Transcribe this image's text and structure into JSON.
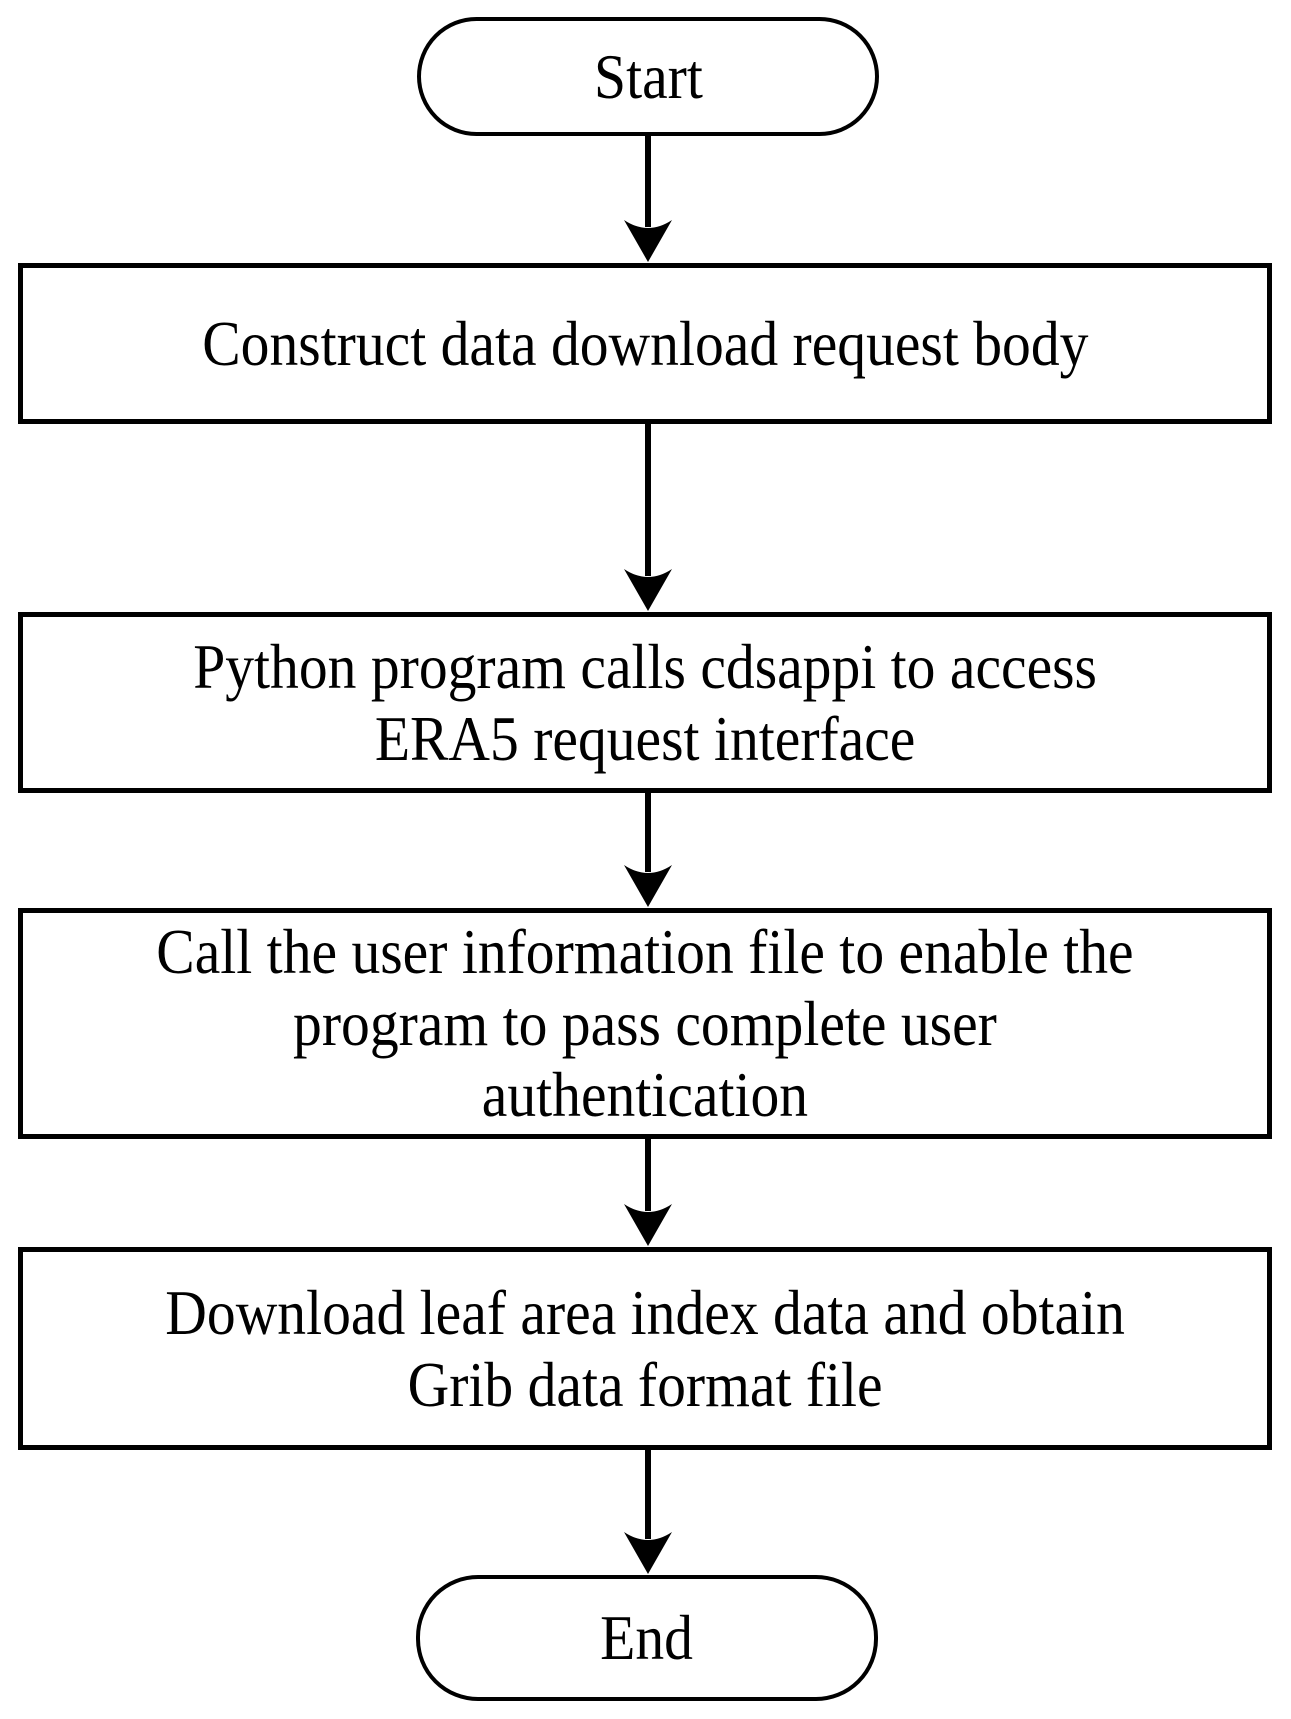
{
  "page": {
    "background_color": "#ffffff"
  },
  "flowchart": {
    "direction": "top-down",
    "colors": {
      "node_fill": "#ffffff",
      "node_stroke": "#000000",
      "text": "#000000",
      "arrow": "#000000"
    },
    "nodes": [
      {
        "id": "start",
        "type": "terminator",
        "label": "Start"
      },
      {
        "id": "construct-request",
        "type": "process",
        "label": "Construct data download request body"
      },
      {
        "id": "call-cdsapi",
        "type": "process",
        "label": "Python program calls cdsappi to access\nERA5 request interface"
      },
      {
        "id": "user-authentication",
        "type": "process",
        "label": "Call the user information file to enable the\nprogram to pass complete user\nauthentication"
      },
      {
        "id": "download-lai",
        "type": "process",
        "label": "Download leaf area index data and obtain\nGrib data format file"
      },
      {
        "id": "end",
        "type": "terminator",
        "label": "End"
      }
    ],
    "edges": [
      {
        "from": "start",
        "to": "construct-request"
      },
      {
        "from": "construct-request",
        "to": "call-cdsapi"
      },
      {
        "from": "call-cdsapi",
        "to": "user-authentication"
      },
      {
        "from": "user-authentication",
        "to": "download-lai"
      },
      {
        "from": "download-lai",
        "to": "end"
      }
    ]
  }
}
